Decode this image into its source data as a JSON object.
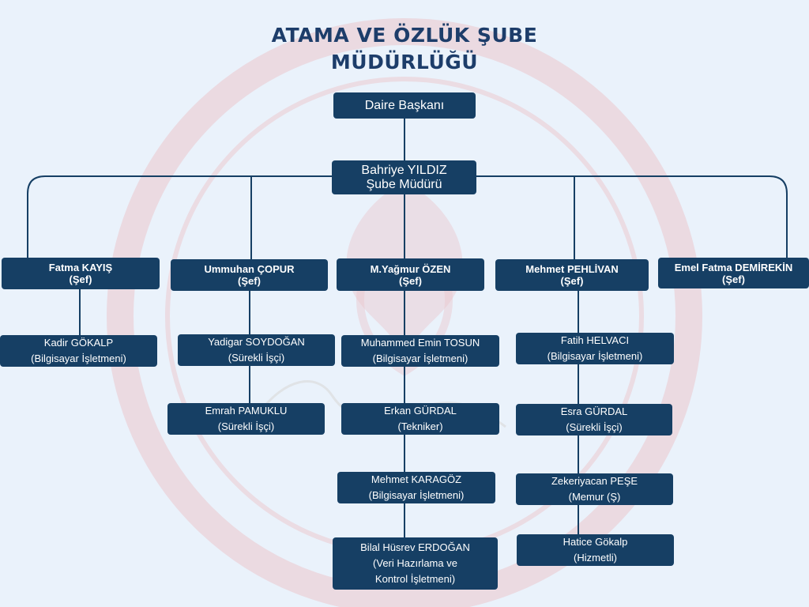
{
  "title": {
    "line1": "ATAMA VE ÖZLÜK ŞUBE",
    "line2": "MÜDÜRLÜĞÜ"
  },
  "head": {
    "name": "Daire Başkanı"
  },
  "manager": {
    "name": "Bahriye YILDIZ",
    "role": "Şube Müdürü"
  },
  "chiefs": [
    {
      "name": "Fatma KAYIŞ",
      "role": "(Şef)"
    },
    {
      "name": "Ummuhan ÇOPUR",
      "role": "(Şef)"
    },
    {
      "name": "M.Yağmur ÖZEN",
      "role": "(Şef)"
    },
    {
      "name": "Mehmet PEHLİVAN",
      "role": "(Şef)"
    },
    {
      "name": "Emel Fatma DEMİREKİN",
      "role": "(Şef)"
    }
  ],
  "staff": {
    "kayis": [
      {
        "name": "Kadir GÖKALP",
        "role": "(Bilgisayar İşletmeni)"
      }
    ],
    "copur": [
      {
        "name": "Yadigar SOYDOĞAN",
        "role": "(Sürekli İşçi)"
      },
      {
        "name": "Emrah PAMUKLU",
        "role": "(Sürekli İşçi)"
      }
    ],
    "ozen": [
      {
        "name": "Muhammed Emin TOSUN",
        "role": "(Bilgisayar İşletmeni)"
      },
      {
        "name": "Erkan GÜRDAL",
        "role": "(Tekniker)"
      },
      {
        "name": "Mehmet KARAGÖZ",
        "role": "(Bilgisayar İşletmeni)"
      },
      {
        "name": "Bilal Hüsrev ERDOĞAN",
        "role": "(Veri Hazırlama ve",
        "role2": "Kontrol İşletmeni)"
      }
    ],
    "pehlivan": [
      {
        "name": "Fatih HELVACI",
        "role": "(Bilgisayar İşletmeni)"
      },
      {
        "name": "Esra GÜRDAL",
        "role": "(Sürekli İşçi)"
      },
      {
        "name": "Zekeriyacan PEŞE",
        "role": "(Memur (Ş)"
      },
      {
        "name": "Hatice Gökalp",
        "role": "(Hizmetli)"
      }
    ]
  },
  "colors": {
    "box": "#163f64",
    "line": "#163f64",
    "title": "#1d3d6a",
    "background": "#eaf2fb",
    "watermark": "#e3b6bd"
  }
}
